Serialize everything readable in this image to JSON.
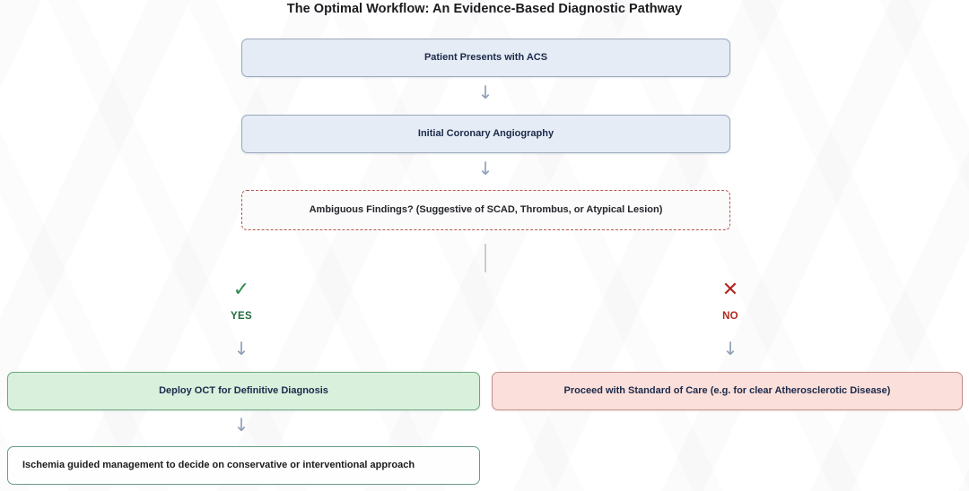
{
  "title": "The Optimal Workflow: An Evidence-Based Diagnostic Pathway",
  "nodes": {
    "start": {
      "label": "Patient Presents with ACS",
      "style": "blue"
    },
    "angiography": {
      "label": "Initial Coronary Angiography",
      "style": "blue"
    },
    "decision": {
      "label": "Ambiguous Findings? (Suggestive of SCAD, Thrombus, or Atypical Lesion)",
      "style": "dashed-red"
    },
    "oct": {
      "label": "Deploy OCT for Definitive Diagnosis",
      "style": "green"
    },
    "standard_care": {
      "label": "Proceed with Standard of Care (e.g. for clear Atherosclerotic Disease)",
      "style": "pink"
    },
    "ischemia": {
      "label": "Ischemia guided management to decide on conservative or interventional approach",
      "style": "outline-green"
    }
  },
  "branches": {
    "yes": {
      "glyph": "✓",
      "label": "YES",
      "color": "#2f8b4f"
    },
    "no": {
      "glyph": "✕",
      "label": "NO",
      "color": "#b3261e"
    }
  },
  "arrows": {
    "glyph": "↓",
    "color": "#8fa0b8"
  },
  "colors": {
    "background": "#ffffff",
    "blue_fill": "#e6ecf5",
    "blue_border": "#9aa7bd",
    "green_fill": "#d9f0dd",
    "green_border": "#6aa87b",
    "pink_fill": "#fbdfdb",
    "pink_border": "#c38f89",
    "dashed_border": "#b5584a",
    "text": "#1b2a4a"
  }
}
